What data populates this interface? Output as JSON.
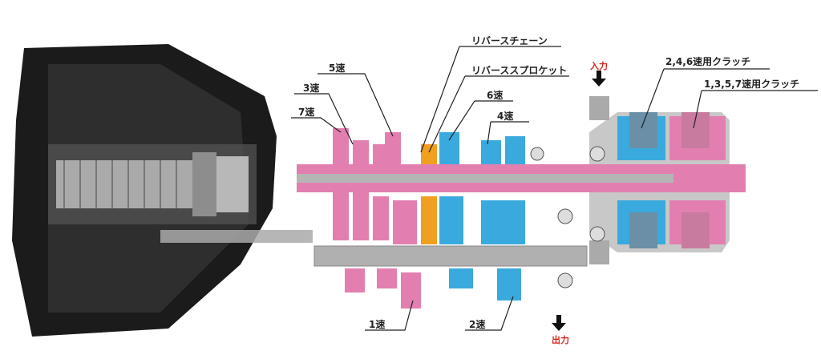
{
  "labels": {
    "reverse_chain": "リバースチェーン",
    "reverse_sprocket": "リバーススプロケット",
    "gear5": "5速",
    "gear3": "3速",
    "gear7": "7速",
    "gear6": "6速",
    "gear4": "4速",
    "gear1": "1速",
    "gear2": "2速",
    "input": "入力",
    "output": "出力",
    "clutch_even": "2,4,6速用クラッチ",
    "clutch_odd": "1,3,5,7速用クラッチ"
  },
  "colors": {
    "pink": "#e27fb0",
    "blue": "#3aa9dd",
    "orange": "#f0a020",
    "grey": "#a9a9a9",
    "red": "#d9241c"
  }
}
